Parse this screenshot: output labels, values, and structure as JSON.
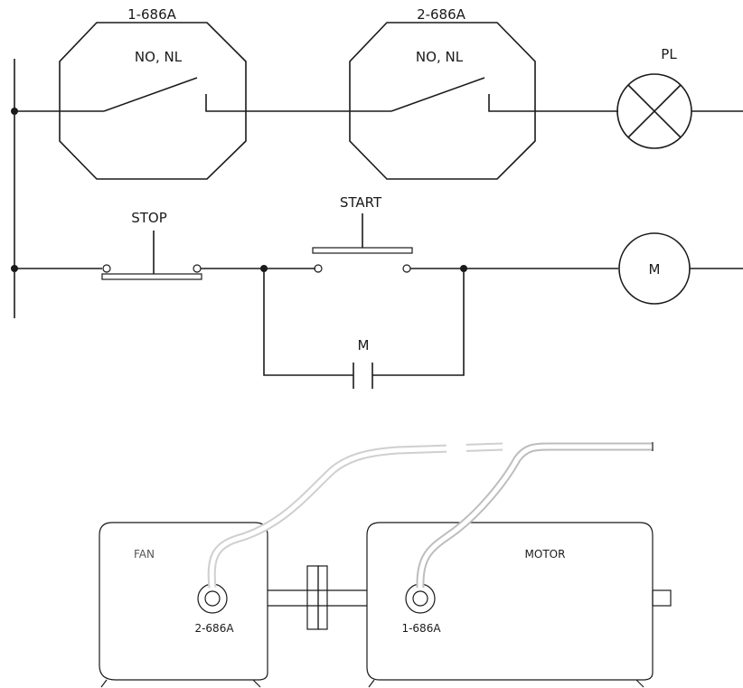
{
  "schematic": {
    "switch1_label": "1-686A",
    "switch1_contact": "NO, NL",
    "switch2_label": "2-686A",
    "switch2_contact": "NO, NL",
    "pilot_light_label": "PL",
    "stop_label": "STOP",
    "start_label": "START",
    "motor_coil_label": "M",
    "holding_contact_label": "M"
  },
  "installation": {
    "fan_label": "FAN",
    "motor_label": "MOTOR",
    "fan_switch_label": "2-686A",
    "motor_switch_label": "1-686A"
  }
}
